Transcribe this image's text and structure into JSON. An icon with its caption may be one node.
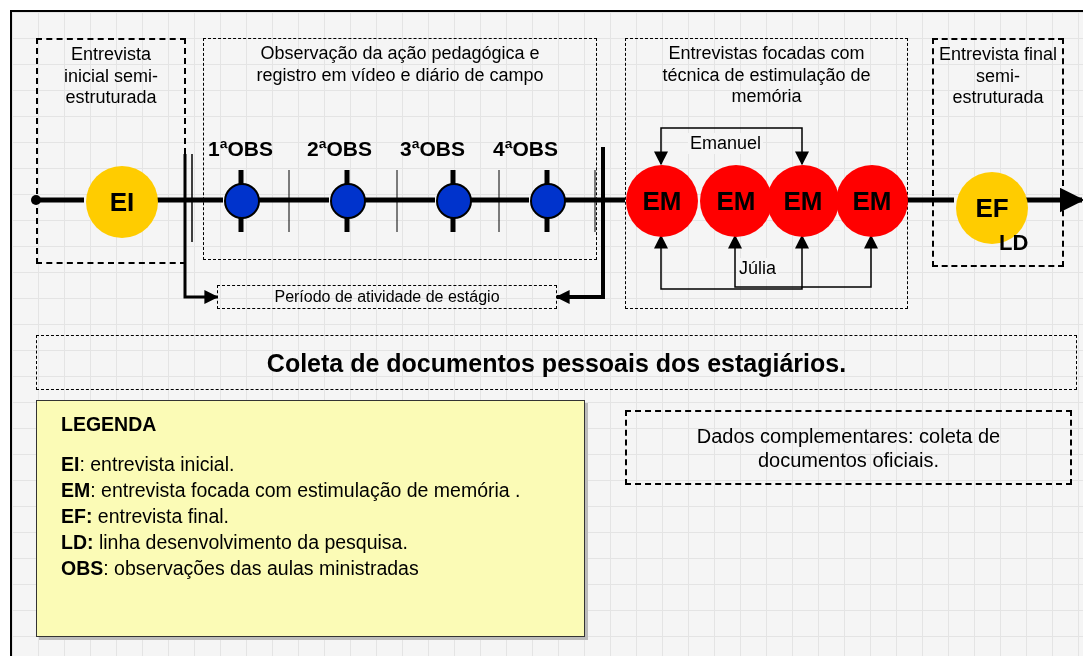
{
  "diagram": {
    "nodes": [
      {
        "text": [
          "Entrevista inicial semi-estruturada"
        ]
      },
      {
        "text": [
          "EI"
        ],
        "in": 0
      },
      {
        "text": [
          "Observação da ação pedagógica e registro em vídeo e diário de campo"
        ]
      },
      {
        "text": [],
        "shape": "circle",
        "in": 2,
        "beside": [
          "1ªOBS"
        ]
      },
      {
        "text": [],
        "shape": "circle",
        "in": 2,
        "beside": [
          "2ªOBS"
        ]
      },
      {
        "text": [],
        "shape": "circle",
        "in": 2,
        "beside": [
          "3ªOBS"
        ]
      },
      {
        "text": [],
        "shape": "circle",
        "in": 2,
        "beside": [
          "4ªOBS"
        ]
      },
      {
        "text": [
          "Entrevistas focadas com técnica de estimulação de memória"
        ]
      },
      {
        "text": [
          "EM"
        ],
        "in": 7
      },
      {
        "text": [
          "EM"
        ],
        "in": 7
      },
      {
        "text": [
          "EM"
        ],
        "in": 7
      },
      {
        "text": [
          "EM"
        ],
        "in": 7
      },
      {
        "text": [
          "Entrevista final semi-estruturada"
        ]
      },
      {
        "text": [
          "EF"
        ],
        "in": 12
      },
      {
        "text": [
          "Período de atividade de estágio"
        ]
      },
      {
        "text": [
          "Coleta de documentos pessoais dos estagiários."
        ]
      },
      {
        "text": [
          "LEGENDA",
          "**EI**: entrevista inicial.",
          "**EM**: entrevista focada com estimulação de memória .",
          "**EF:** entrevista final.",
          "**LD:** linha desenvolvimento da pesquisa.",
          "**OBS**: observações das aulas ministradas"
        ]
      },
      {
        "text": [
          "Dados complementares: coleta de documentos  oficiais."
        ]
      }
    ],
    "edges": [
      {
        "from": null,
        "to": 1,
        "arrow": "other"
      },
      {
        "from": 1,
        "to": 3,
        "arrow": "none"
      },
      {
        "from": 3,
        "to": 4,
        "arrow": "none"
      },
      {
        "from": 4,
        "to": 5,
        "arrow": "none"
      },
      {
        "from": 5,
        "to": 6,
        "arrow": "none"
      },
      {
        "from": 6,
        "to": 8,
        "arrow": "none"
      },
      {
        "from": 11,
        "to": 13,
        "arrow": "none"
      },
      {
        "from": 13,
        "to": null,
        "arrow": "to"
      },
      {
        "from": 8,
        "to": 10,
        "arrow": "both",
        "label": "Emanuel"
      },
      {
        "from": 8,
        "to": 10,
        "arrow": "both"
      },
      {
        "from": 9,
        "to": 11,
        "arrow": "both",
        "label": "Júlia"
      },
      {
        "from": 0,
        "to": 14,
        "arrow": "to"
      },
      {
        "from": 2,
        "to": 14,
        "arrow": "to"
      }
    ],
    "labels": [
      "LD"
    ]
  }
}
